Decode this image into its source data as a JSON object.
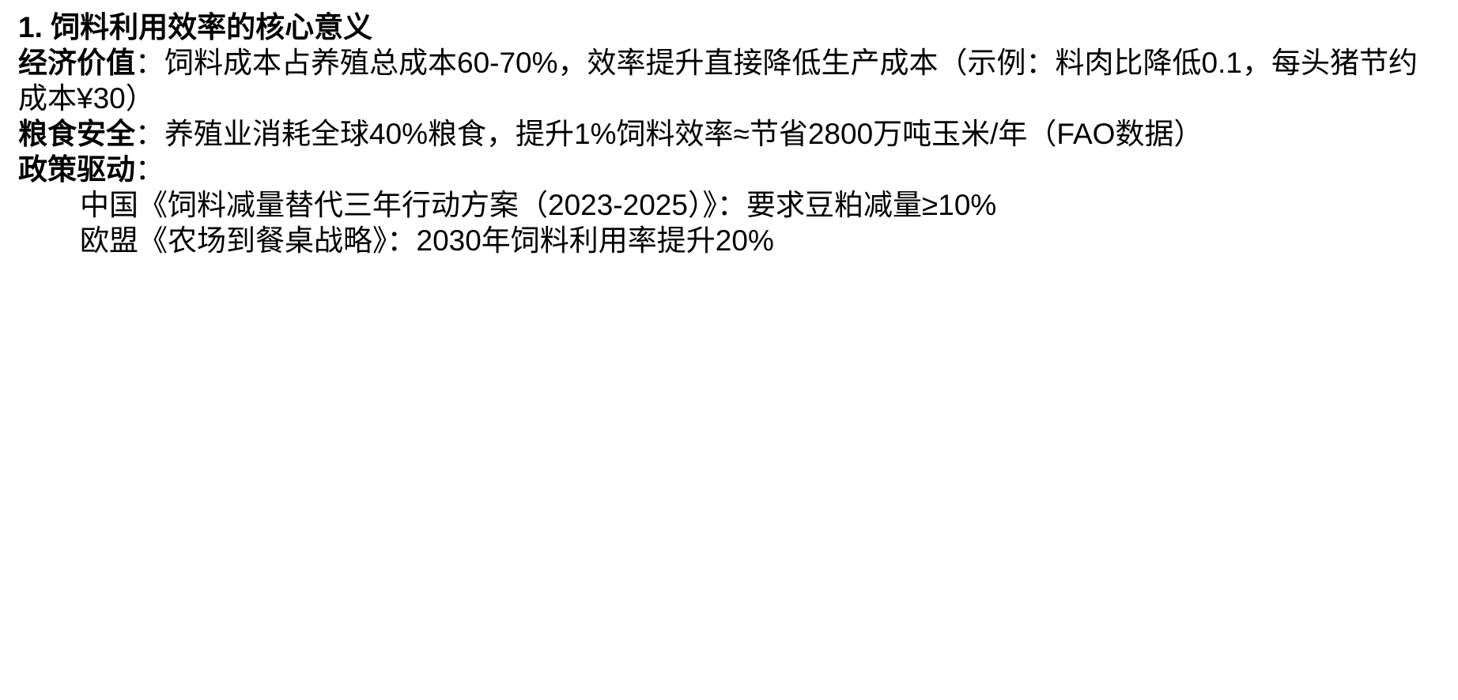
{
  "section": {
    "title": "1. 饲料利用效率的核心意义"
  },
  "economic": {
    "label": "经济价值",
    "text": "：饲料成本占养殖总成本60-70%，效率提升直接降低生产成本（示例：料肉比降低0.1，每头猪节约成本¥30）"
  },
  "food_security": {
    "label": "粮食安全",
    "text": "：养殖业消耗全球40%粮食，提升1%饲料效率≈节省2800万吨玉米/年（FAO数据）"
  },
  "policy": {
    "label": "政策驱动",
    "text": "：",
    "items": [
      "中国《饲料减量替代三年行动方案（2023-2025）》：要求豆粕减量≥10%",
      "欧盟《农场到餐桌战略》：2030年饲料利用率提升20%"
    ]
  }
}
